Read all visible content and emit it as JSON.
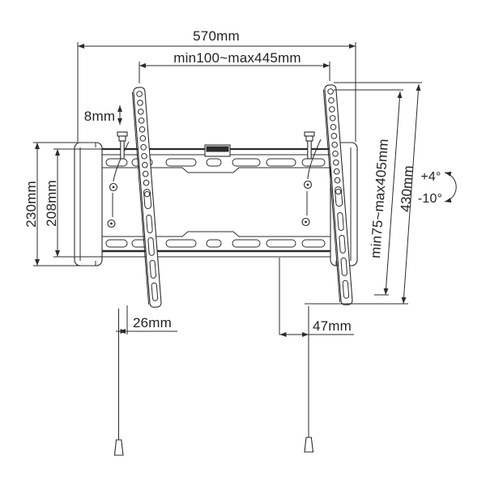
{
  "diagram": {
    "type": "technical-drawing",
    "subject": "tilting TV wall mount bracket dimensions",
    "line_color": "#2b2b2b",
    "background_color": "#ffffff",
    "labels": {
      "total_width": "570mm",
      "mount_width_range": "min100~max445mm",
      "screw_adjustment": "8mm",
      "plate_outer_height": "230mm",
      "plate_inner_height": "208mm",
      "vesa_height_range": "min75~max405mm",
      "bracket_height": "430mm",
      "tilt_up_angle": "+4°",
      "tilt_down_angle": "-10°",
      "bottom_left_offset": "26mm",
      "bottom_right_offset": "47mm"
    }
  }
}
